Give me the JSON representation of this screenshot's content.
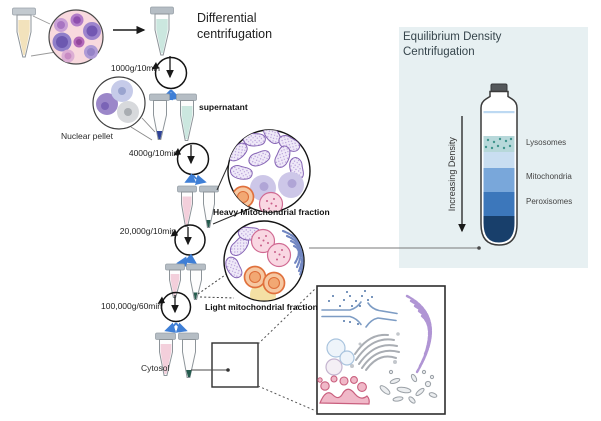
{
  "differential": {
    "title": "Differential centrifugation",
    "speeds": [
      "1000g/10min",
      "4000g/10min",
      "20,000g/10min",
      "100,000g/60min"
    ],
    "labels": {
      "nuclear_pellet": "Nuclear pellet",
      "supernatant": "supernatant",
      "heavy_fraction": "Heavy Mitochondrial fraction",
      "light_fraction": "Light mitochondrial fraction",
      "cytosol": "Cytosol"
    }
  },
  "equilibrium": {
    "title": "Equilibrium Density Centrifugation",
    "axis_label": "Increasing Density",
    "layer_labels": [
      "Lysosomes",
      "Mitochondria",
      "Peroxisomes"
    ]
  },
  "colors": {
    "panel_bg": "#e7f0f2",
    "arrow_blue": "#3f7fd6",
    "liquid_teal": "#cbe7df",
    "liquid_pink": "#f3cfdb",
    "liquid_yellow": "#f2e2bc",
    "pellet_blue": "#2f4397",
    "pellet_green": "#255c4e",
    "layer_lysosomes": "#b7d8da",
    "layer_light_blue": "#c9def1",
    "layer_mitochondria": "#79a7da",
    "layer_peroxisomes": "#3c77bb",
    "layer_bottom": "#183f6b"
  }
}
